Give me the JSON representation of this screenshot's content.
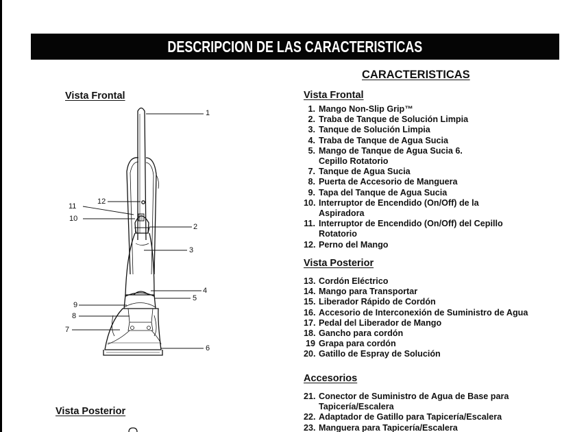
{
  "banner": {
    "title": "DESCRIPCION DE LAS CARACTERISTICAS"
  },
  "features": {
    "title": "CARACTERISTICAS",
    "sections": [
      {
        "heading": "Vista Frontal",
        "items": [
          {
            "num": "1.",
            "text": "Mango Non-Slip Grip™"
          },
          {
            "num": "2.",
            "text": "Traba de Tanque de Solución Limpia"
          },
          {
            "num": "3.",
            "text": "Tanque de Solución Limpia"
          },
          {
            "num": "4.",
            "text": "Traba de Tanque de Agua Sucia"
          },
          {
            "num": "5.",
            "text": "Mango de Tanque de Agua Sucia 6. Cepillo Rotatorio"
          },
          {
            "num": "7.",
            "text": "Tanque de Agua Sucia"
          },
          {
            "num": "8.",
            "text": "Puerta de Accesorio de Manguera"
          },
          {
            "num": "9.",
            "text": "Tapa del Tanque de Agua Sucia"
          },
          {
            "num": "10.",
            "text": "Interruptor de Encendido (On/Off) de la Aspiradora"
          },
          {
            "num": "11.",
            "text": "Interruptor de Encendido (On/Off) del Cepillo Rotatorio"
          },
          {
            "num": "12.",
            "text": "Perno del Mango"
          }
        ]
      },
      {
        "heading": "Vista Posterior",
        "items": [
          {
            "num": "13.",
            "text": "Cordón Eléctrico"
          },
          {
            "num": "14.",
            "text": "Mango para Transportar"
          },
          {
            "num": "15.",
            "text": "Liberador Rápido de Cordón"
          },
          {
            "num": "16.",
            "text": "Accesorio de Interconexión de Suministro de Agua"
          },
          {
            "num": "17.",
            "text": "Pedal del Liberador de Mango"
          },
          {
            "num": "18.",
            "text": "Gancho para cordón"
          },
          {
            "num": "19",
            "text": "Grapa para cordón"
          },
          {
            "num": "20.",
            "text": "Gatillo de Espray de Solución"
          }
        ]
      },
      {
        "heading": "Accesorios",
        "items": [
          {
            "num": "21.",
            "text": "Conector de Suministro de Agua de Base para Tapicería/Escalera"
          },
          {
            "num": "22.",
            "text": "Adaptador de Gatillo para Tapicería/Escalera"
          },
          {
            "num": "23.",
            "text": "Manguera para Tapicería/Escalera"
          }
        ]
      }
    ]
  },
  "illustration": {
    "front_heading": "Vista Frontal",
    "rear_heading": "Vista Posterior",
    "callouts": [
      "1",
      "2",
      "3",
      "4",
      "5",
      "6",
      "7",
      "8",
      "9",
      "10",
      "11",
      "12"
    ]
  }
}
